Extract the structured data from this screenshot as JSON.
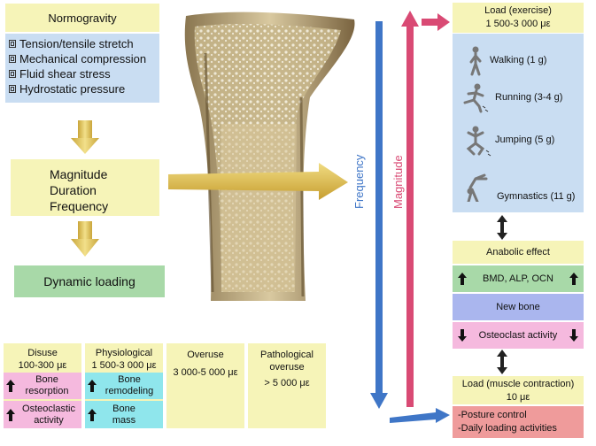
{
  "normogravity": {
    "title": "Normogravity",
    "items": [
      "Tension/tensile stretch",
      "Mechanical compression",
      "Fluid shear stress",
      "Hydrostatic pressure"
    ]
  },
  "parameters": {
    "lines": [
      "Magnitude",
      "Duration",
      "Frequency"
    ]
  },
  "dynamic_loading": "Dynamic loading",
  "axis_labels": {
    "frequency": "Frequency",
    "magnitude": "Magnitude"
  },
  "load_exercise": {
    "title": "Load (exercise)",
    "range": "1 500-3 000 με",
    "activities": [
      "Walking (1 g)",
      "Running (3-4 g)",
      "Jumping (5 g)",
      "Gymnastics (11 g)"
    ]
  },
  "anabolic": {
    "title": "Anabolic effect",
    "markers": "BMD, ALP, OCN",
    "new_bone": "New bone",
    "osteoclast": "Osteoclast activity"
  },
  "load_muscle": {
    "title": "Load (muscle contraction)",
    "value": "10 με",
    "items": [
      "-Posture control",
      "-Daily loading activities"
    ]
  },
  "states": {
    "disuse": {
      "title": "Disuse",
      "range": "100-300 με",
      "effect1": "Bone resorption",
      "effect2": "Osteoclastic activity"
    },
    "physiological": {
      "title": "Physiological",
      "range": "1 500-3 000 με",
      "effect1": "Bone remodeling",
      "effect2": "Bone mass"
    },
    "overuse": {
      "title": "Overuse",
      "range": "3 000-5 000 με"
    },
    "pathological": {
      "title_line1": "Pathological",
      "title_line2": "overuse",
      "range": "> 5 000 με"
    }
  },
  "colors": {
    "yellow": "#f6f4b8",
    "blue_box": "#c9ddf2",
    "green": "#a8d9a8",
    "pink": "#f5b9de",
    "cyan": "#8fe6ec",
    "lavender": "#aab6ee",
    "salmon": "#ef9b9b",
    "frequency_arrow": "#3f76c7",
    "magnitude_arrow": "#d94a74",
    "gold_arrow": "#d9b84a"
  }
}
